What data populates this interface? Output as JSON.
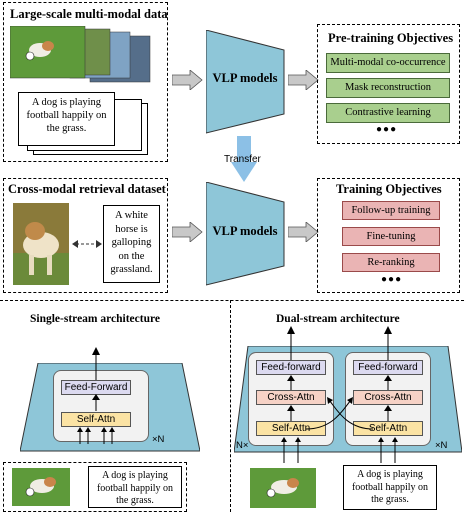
{
  "top": {
    "pretrain_data_title": "Large-scale multi-modal data",
    "pretrain_caption": "A dog is playing football happily on the grass.",
    "vlp_label_1": "VLP models",
    "objectives_title": "Pre-training Objectives",
    "objectives": [
      "Multi-modal co-occurrence",
      "Mask reconstruction",
      "Contrastive learning"
    ],
    "ellipsis": "●●●",
    "transfer_label": "Transfer"
  },
  "middle": {
    "retrieval_title": "Cross-modal retrieval dataset",
    "retrieval_caption": "A white horse is galloping on the grassland.",
    "vlp_label_2": "VLP models",
    "training_title": "Training Objectives",
    "training_objectives": [
      "Follow-up training",
      "Fine-tuning",
      "Re-ranking"
    ],
    "ellipsis": "●●●"
  },
  "single": {
    "title": "Single-stream architecture",
    "feed_forward": "Feed-Forward",
    "self_attn": "Self-Attn",
    "repeat": "×N",
    "caption": "A dog is playing football happily on the grass."
  },
  "dual": {
    "title": "Dual-stream architecture",
    "feed_forward_left": "Feed-forward",
    "feed_forward_right": "Feed-forward",
    "cross_attn_left": "Cross-Attn",
    "cross_attn_right": "Cross-Attn",
    "self_attn_left": "Self-Attn",
    "self_attn_right": "Self-Attn",
    "repeat_left": "N×",
    "repeat_right": "×N",
    "caption": "A dog is playing football happily on the grass."
  },
  "colors": {
    "vlp_fill": "#8ec6d8",
    "arrow_gray": "#c8c8c8",
    "transfer_blue": "#8cc0e6",
    "green_obj": "#a9cf8e",
    "red_obj": "#eab4b4"
  }
}
